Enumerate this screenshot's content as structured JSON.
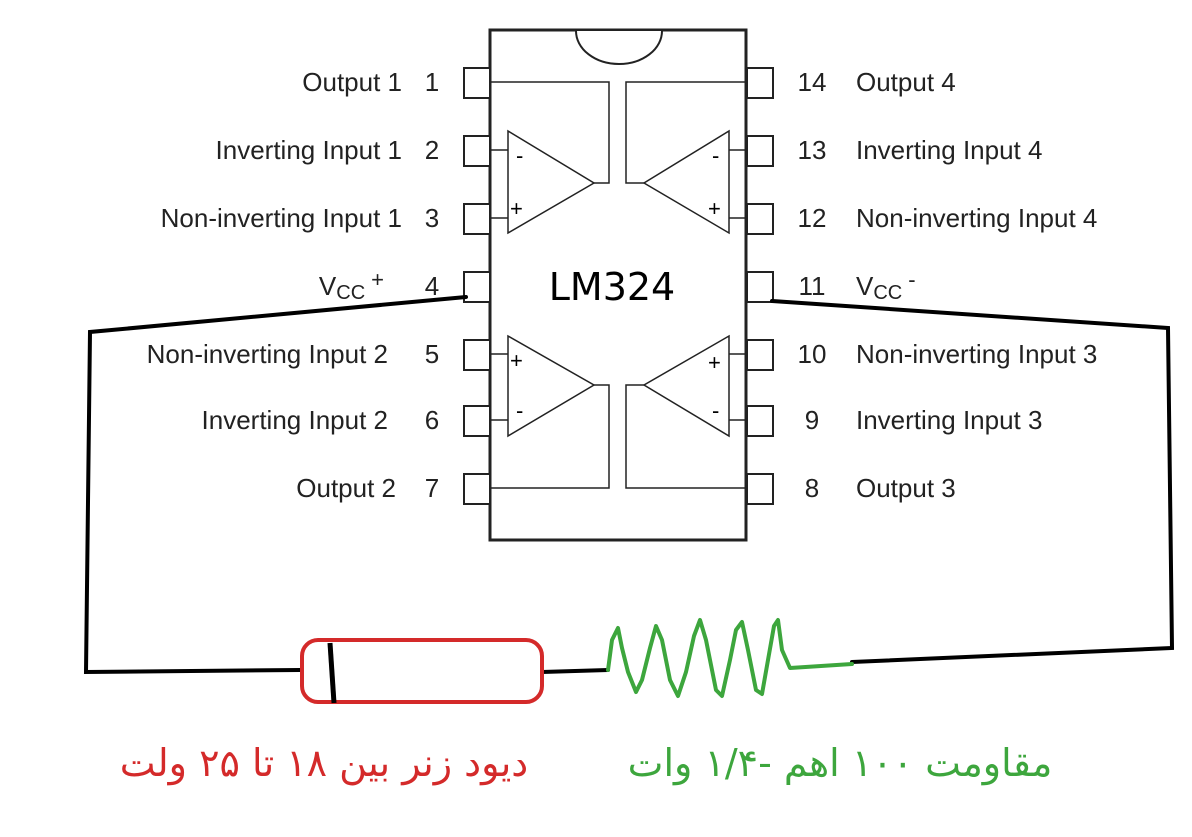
{
  "chip": {
    "name": "LM324"
  },
  "pins_left": [
    {
      "number": "1",
      "label": "Output 1"
    },
    {
      "number": "2",
      "label": "Inverting Input 1"
    },
    {
      "number": "3",
      "label": "Non-inverting Input 1"
    },
    {
      "number": "4",
      "label": "V",
      "sub": "CC",
      "sup": "+"
    },
    {
      "number": "5",
      "label": "Non-inverting Input 2"
    },
    {
      "number": "6",
      "label": "Inverting Input 2"
    },
    {
      "number": "7",
      "label": "Output 2"
    }
  ],
  "pins_right": [
    {
      "number": "14",
      "label": "Output 4"
    },
    {
      "number": "13",
      "label": "Inverting Input 4"
    },
    {
      "number": "12",
      "label": "Non-inverting Input 4"
    },
    {
      "number": "11",
      "label": "V",
      "sub": "CC",
      "sup": "-"
    },
    {
      "number": "10",
      "label": "Non-inverting Input 3"
    },
    {
      "number": "9",
      "label": "Inverting Input 3"
    },
    {
      "number": "8",
      "label": "Output 3"
    }
  ],
  "opamp_signs": {
    "minus": "-",
    "plus": "+"
  },
  "captions": {
    "diode": "دیود زنر بین ۱۸ تا ۲۵ ولت",
    "resistor": "مقاومت ۱۰۰ اهم -۱/۴ وات"
  },
  "colors": {
    "diode": "#d42a2a",
    "resistor": "#3da63d",
    "wire": "#000000"
  }
}
